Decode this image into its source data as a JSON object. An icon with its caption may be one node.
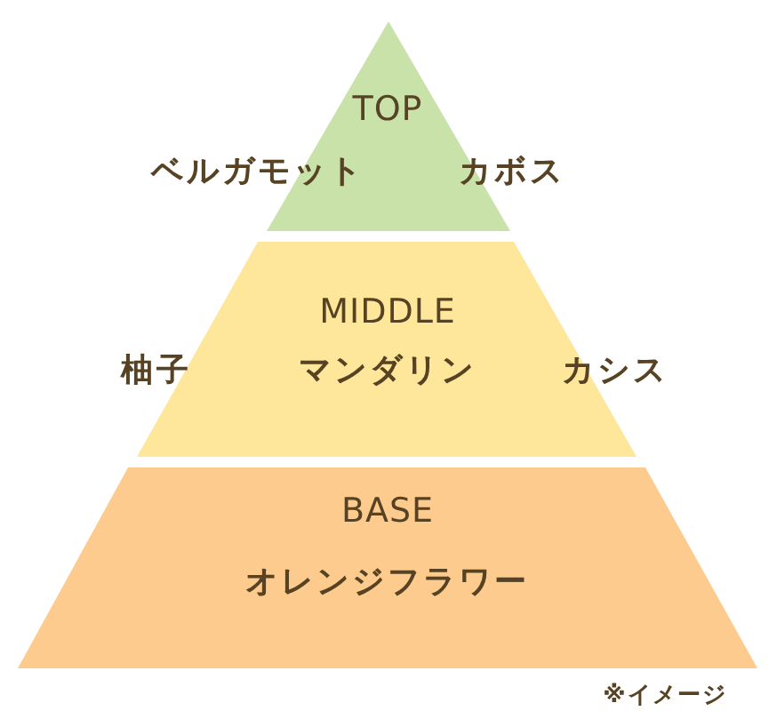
{
  "diagram": {
    "nodes": [
      {
        "text": [
          "TOP"
        ],
        "beside": [
          "ベルガモット",
          "カボス"
        ]
      },
      {
        "text": [
          "MIDDLE",
          "マンダリン"
        ],
        "beside": [
          "柚子",
          "カシス"
        ]
      },
      {
        "text": [
          "BASE",
          "オレンジフラワー"
        ]
      }
    ],
    "labels": [
      "※イメージ"
    ]
  }
}
